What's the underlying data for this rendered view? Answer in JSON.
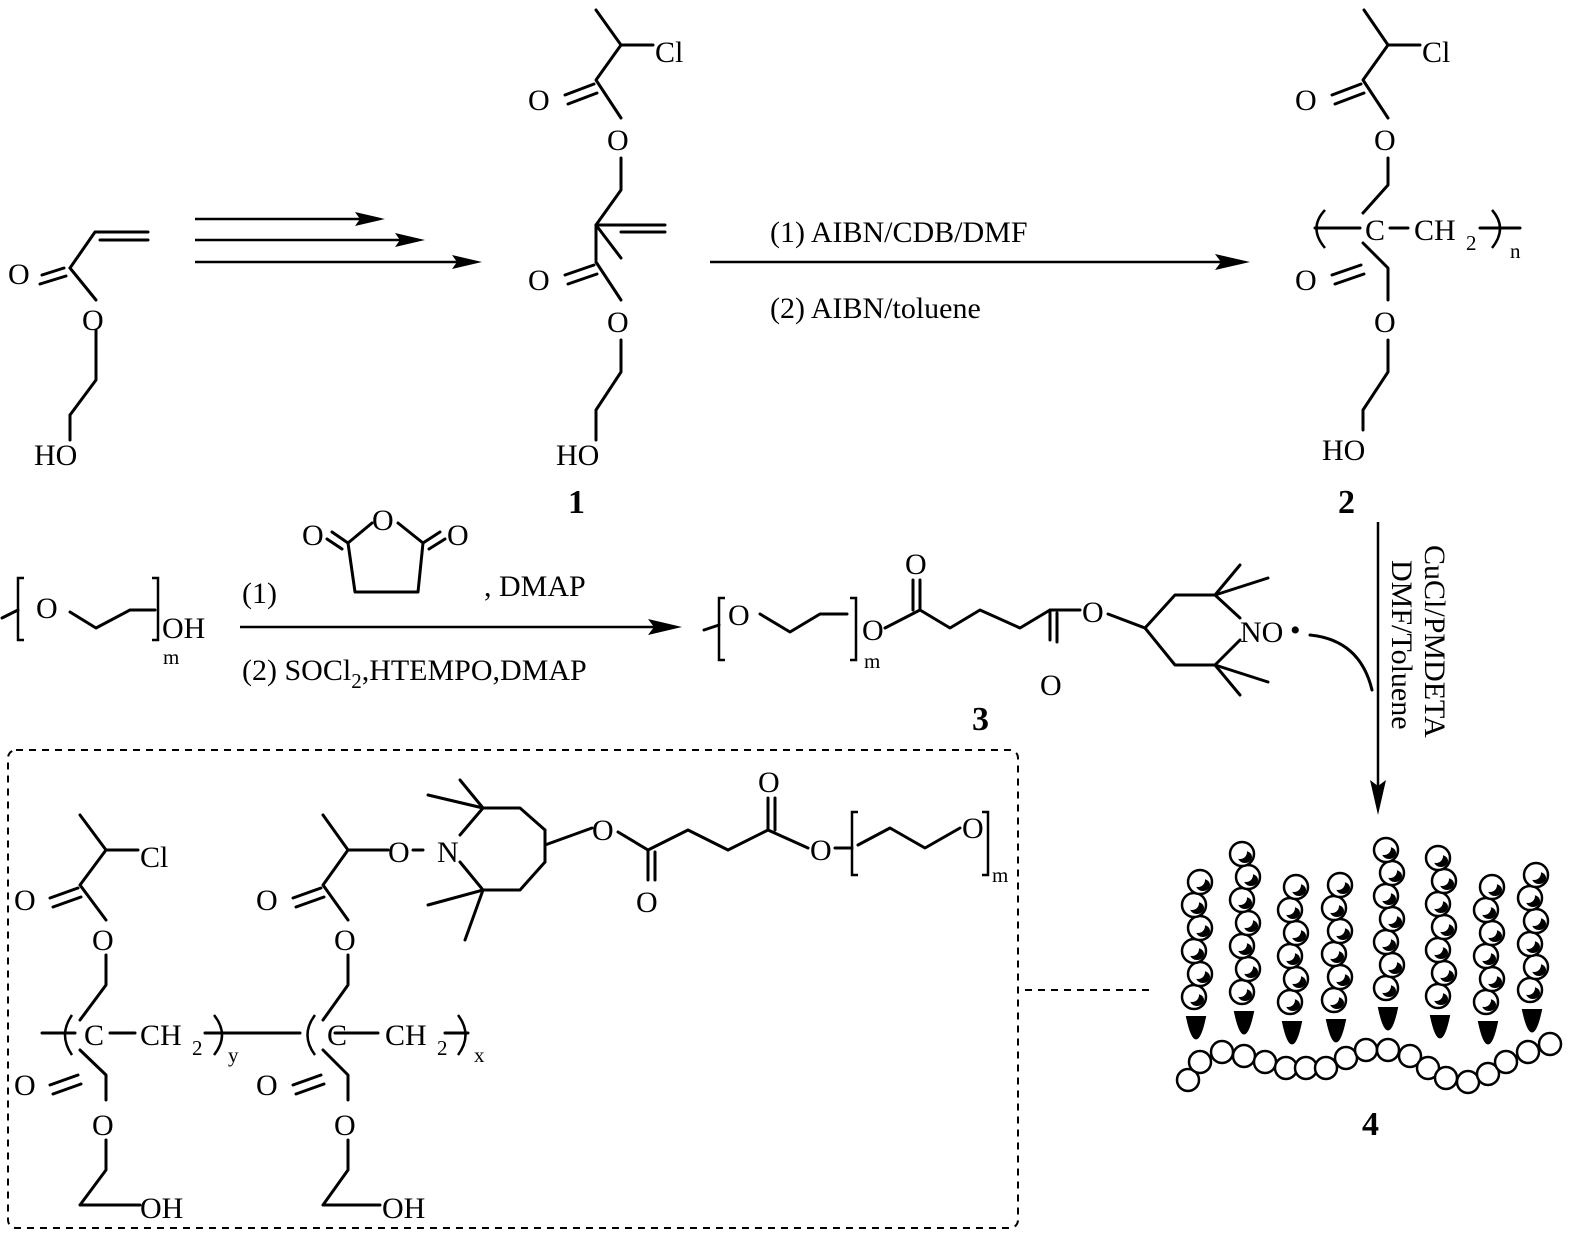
{
  "atoms": {
    "O": "O",
    "Cl": "Cl",
    "HO": "HO",
    "OH": "OH",
    "C": "C",
    "CH2": "CH",
    "two": "2",
    "N": "N",
    "NO": "NO",
    "radical": "•"
  },
  "subscripts": {
    "n": "n",
    "m": "m",
    "x": "x",
    "y": "y"
  },
  "conditions": {
    "step1a": "(1) AIBN/CDB/DMF",
    "step1b": "(2) AIBN/toluene",
    "step2a": "(1)",
    "step2a_tail": ", DMAP",
    "step2b_pre": "(2) SOCl",
    "step2b_sub": "2",
    "step2b_post": ",HTEMPO,DMAP",
    "vertical1": "CuCl/PMDETA",
    "vertical2": "DMF/Toluene"
  },
  "compounds": {
    "c1": "1",
    "c2": "2",
    "c3": "3",
    "c4": "4"
  },
  "colors": {
    "ink": "#000000",
    "background": "#ffffff",
    "bead_fill": "#ffffff"
  }
}
